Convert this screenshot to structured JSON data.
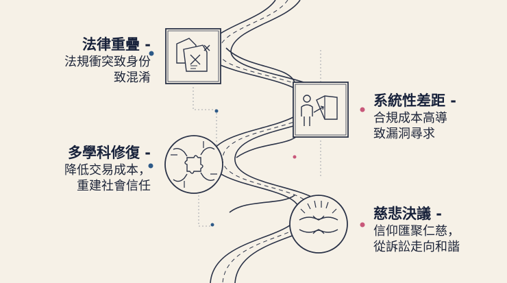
{
  "items": [
    {
      "title": "法律重疊 -",
      "lines": [
        "法規衝突致身份",
        "致混淆"
      ],
      "icon": "overlapping-documents-icon",
      "dot_color": "#2d5a88"
    },
    {
      "title": "系統性差距 -",
      "lines": [
        "合規成本高導",
        "致漏洞尋求"
      ],
      "icon": "person-presentation-board-icon",
      "dot_color": "#c8587a"
    },
    {
      "title": "多學科修復 -",
      "lines": [
        "降低交易成本，",
        "重建社會信任"
      ],
      "icon": "hands-puzzle-icon",
      "dot_color": "#2d5a88"
    },
    {
      "title": "慈悲決議 -",
      "lines": [
        "信仰匯聚仁慈，",
        "從訴訟走向和諧"
      ],
      "icon": "joined-hands-icon",
      "dot_color": "#c8587a"
    }
  ],
  "colors": {
    "background": "#f6f1e7",
    "ink": "#17213a",
    "road": "#2a3247",
    "blue_dot": "#2d5a88",
    "pink_dot": "#c8587a"
  }
}
